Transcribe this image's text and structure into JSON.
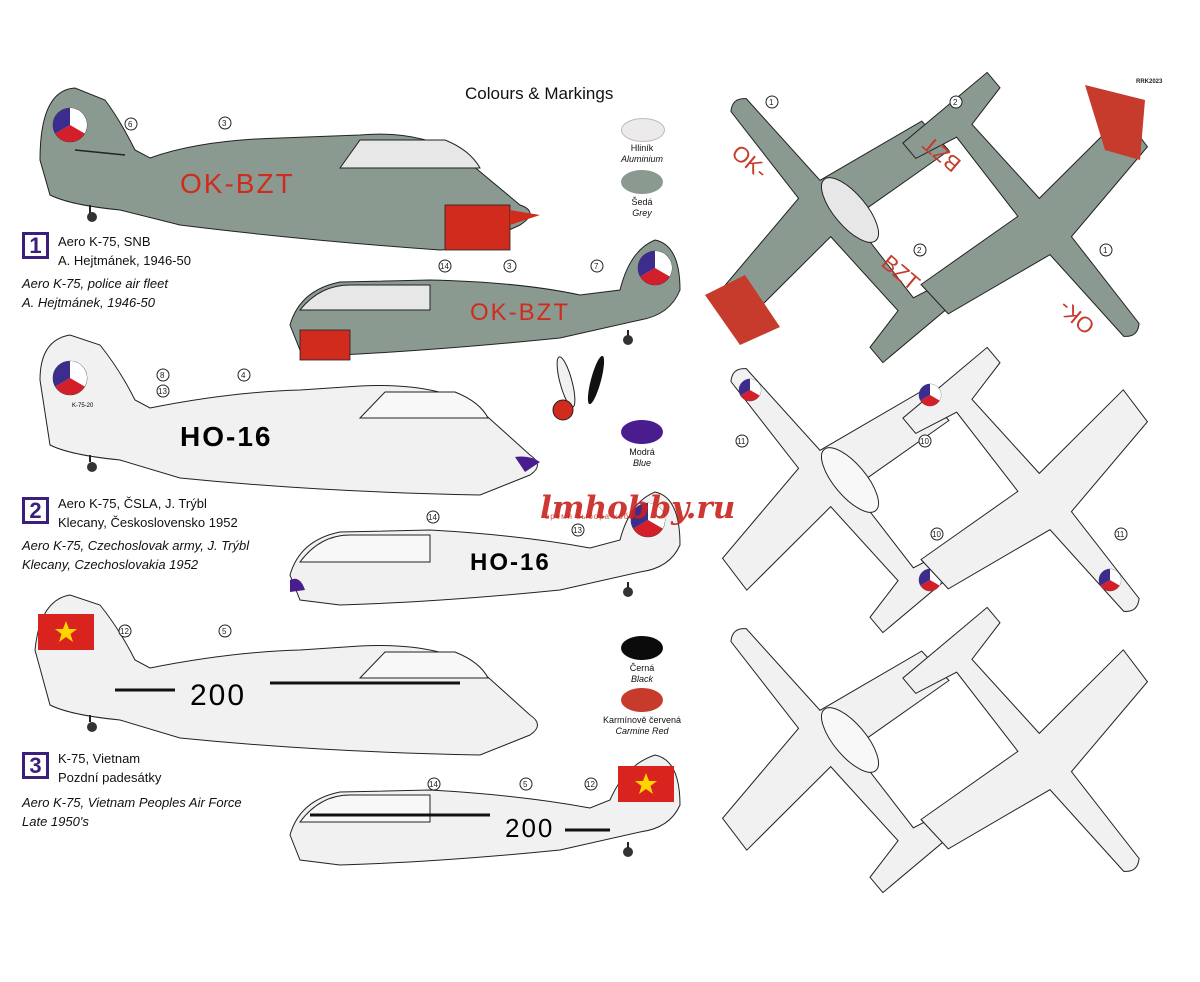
{
  "header": {
    "title": "Colours & Markings",
    "code": "RRK2023"
  },
  "schemes": [
    {
      "num": "1",
      "lines": [
        "Aero K-75, SNB",
        "A. Hejtmánek, 1946-50"
      ],
      "en": [
        "Aero K-75, police air fleet",
        "A. Hejtmánek, 1946-50"
      ],
      "reg": "OK-BZT",
      "wing_left": "OK-",
      "wing_right": "BZT"
    },
    {
      "num": "2",
      "lines": [
        "Aero K-75, ČSLA, J. Trýbl",
        "Klecany, Československo 1952"
      ],
      "en": [
        "Aero K-75, Czechoslovak army, J. Trýbl",
        "Klecany, Czechoslovakia 1952"
      ],
      "reg": "HO-16",
      "tail": "K-75-20"
    },
    {
      "num": "3",
      "lines": [
        "K-75, Vietnam",
        "Pozdní padesátky"
      ],
      "en": [
        "Aero K-75, Vietnam Peoples Air Force",
        "Late 1950's"
      ],
      "reg": "200"
    }
  ],
  "swatches": [
    {
      "cz": "Hliník",
      "en": "Aluminium",
      "color": "#eceaea"
    },
    {
      "cz": "Šedá",
      "en": "Grey",
      "color": "#8a9a91"
    },
    {
      "cz": "Modrá",
      "en": "Blue",
      "color": "#4a1d8e"
    },
    {
      "cz": "Černá",
      "en": "Black",
      "color": "#0b0b0b"
    },
    {
      "cz": "Karmínově červená",
      "en": "Carmine Red",
      "color": "#c63b2b"
    }
  ],
  "callouts": {
    "c1": "1",
    "c2": "2",
    "c3": "3",
    "c4": "4",
    "c5": "5",
    "c6": "6",
    "c7": "7",
    "c8": "8",
    "c10": "10",
    "c11": "11",
    "c12": "12",
    "c13": "13",
    "c14": "14"
  },
  "watermark": {
    "text": "lmhobby.ru",
    "sub": "время выбора хобби"
  }
}
